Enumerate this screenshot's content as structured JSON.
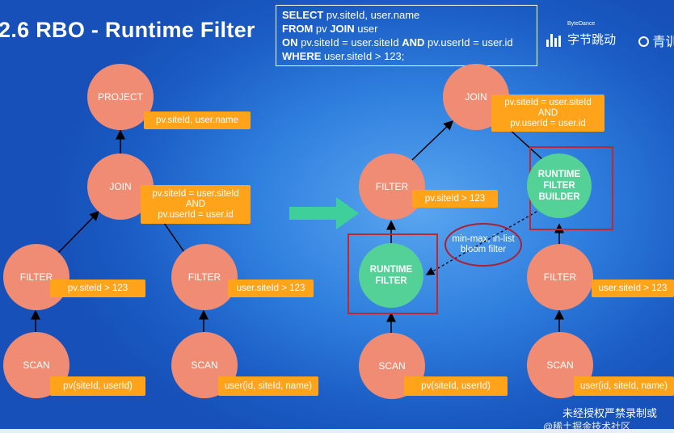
{
  "title": "2.6 RBO - Runtime Filter",
  "sql": {
    "line1_kw": "SELECT",
    "line1_rest": " pv.siteId, user.name",
    "line2_kw": "FROM",
    "line2_mid": " pv ",
    "line2_kw2": "JOIN",
    "line2_rest": " user",
    "line3_kw": "ON",
    "line3_mid": " pv.siteId = user.siteId ",
    "line3_kw2": "AND",
    "line3_rest": " pv.userId = user.id",
    "line4_kw": "WHERE",
    "line4_rest": " user.siteId > 123;"
  },
  "brand": {
    "bytedance_small": "ByteDance",
    "bytedance": "字节跳动",
    "qingxun": "青训"
  },
  "left_tree": {
    "project": {
      "label": "PROJECT",
      "tag": "pv.siteId, user.name"
    },
    "join": {
      "label": "JOIN",
      "tag_line1": "pv.siteId = user.siteId",
      "tag_line2": "AND",
      "tag_line3": "pv.userId = user.id"
    },
    "filter_left": {
      "label": "FILTER",
      "tag": "pv.siteId > 123"
    },
    "filter_right": {
      "label": "FILTER",
      "tag": "user.siteId > 123"
    },
    "scan_left": {
      "label": "SCAN",
      "tag": "pv(siteId, userId)"
    },
    "scan_right": {
      "label": "SCAN",
      "tag": "user(id, siteId, name)"
    }
  },
  "right_tree": {
    "join": {
      "label": "JOIN",
      "tag_line1": "pv.siteId = user.siteId",
      "tag_line2": "AND",
      "tag_line3": "pv.userId = user.id"
    },
    "filter_left": {
      "label": "FILTER",
      "tag": "pv.siteId > 123"
    },
    "runtime_filter": {
      "line1": "RUNTIME",
      "line2": "FILTER"
    },
    "runtime_builder": {
      "line1": "RUNTIME",
      "line2": "FILTER",
      "line3": "BUILDER"
    },
    "filter_right": {
      "label": "FILTER",
      "tag": "user.siteId > 123"
    },
    "scan_left": {
      "label": "SCAN",
      "tag": "pv(siteId, userId)"
    },
    "scan_right": {
      "label": "SCAN",
      "tag": "user(id, siteId, name)"
    },
    "filter_note_line1": "min-max, in-list",
    "filter_note_line2": "bloom filter"
  },
  "watermark": {
    "line1": "未经授权严禁录制或",
    "line2": "@稀土掘金技术社区"
  },
  "colors": {
    "background": "#2f7fde",
    "node_salmon": "#ef8c73",
    "node_green": "#53d196",
    "tag_orange": "#ffa31a",
    "highlight_red": "#c2272d",
    "arrow_green": "#3fcf9a"
  }
}
